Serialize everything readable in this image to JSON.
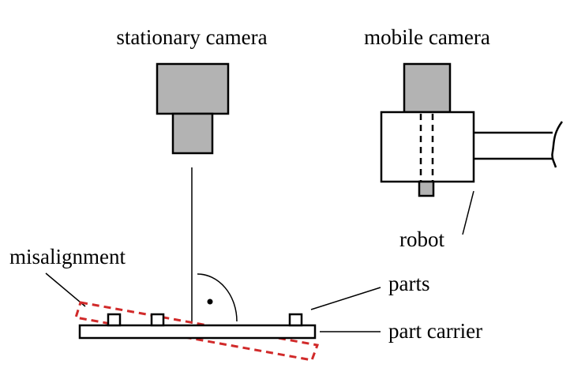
{
  "labels": {
    "stationary_camera": "stationary camera",
    "mobile_camera": "mobile camera",
    "robot": "robot",
    "misalignment": "misalignment",
    "parts": "parts",
    "part_carrier": "part carrier"
  },
  "colors": {
    "camera_body": "#b3b3b3",
    "misalignment_outline": "#d12a2a",
    "outline": "#000000"
  }
}
